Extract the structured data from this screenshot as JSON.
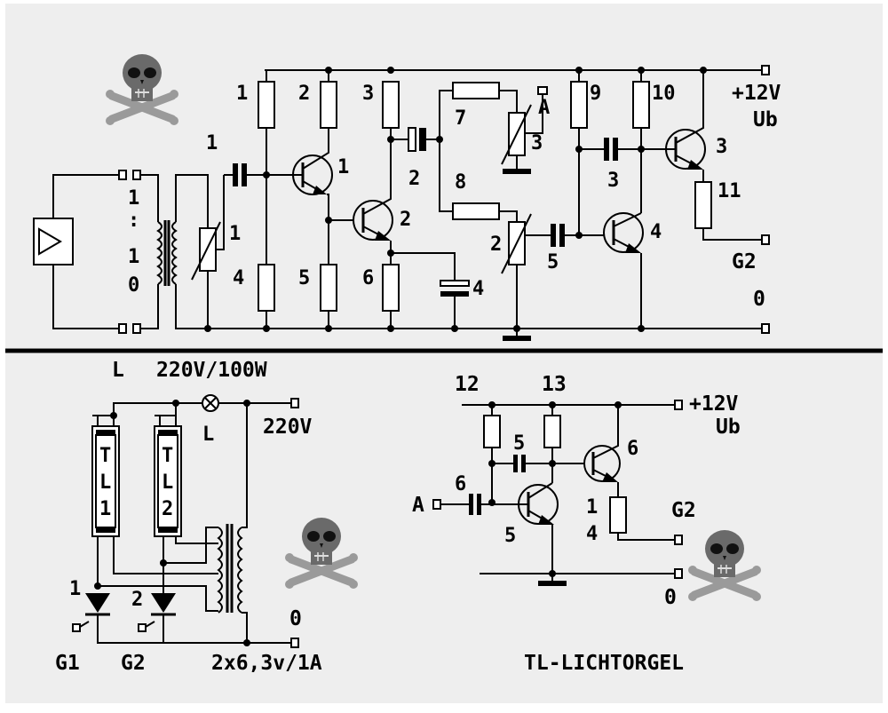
{
  "top": {
    "supply_plus": "+12V",
    "supply_ub": "Ub",
    "gain_out": "G2",
    "ground": "0",
    "input_A": "A",
    "transformer_ratio": [
      "1",
      ":",
      "1",
      "0"
    ],
    "resistors": {
      "r1": "1",
      "r2": "2",
      "r3": "3",
      "r4": "4",
      "r5": "5",
      "r6": "6",
      "r7": "7",
      "r8": "8",
      "r9": "9",
      "r10": "10",
      "r11": "11"
    },
    "caps": {
      "c1": "1",
      "c2": "2",
      "c3": "3",
      "c4": "4",
      "c5": "5"
    },
    "pots": {
      "p1": "1",
      "p2": "2",
      "p3": "3"
    },
    "transistors": {
      "t1": "1",
      "t2": "2",
      "t3": "3",
      "t4": "4"
    }
  },
  "bottom_left": {
    "lamp_label": "L",
    "lamp_rating": "220V/100W",
    "mains": "220V",
    "lamp_mark": "L",
    "tube1": [
      "T",
      "L",
      "1"
    ],
    "tube2": [
      "T",
      "L",
      "2"
    ],
    "diode1": "1",
    "diode2": "2",
    "g1": "G1",
    "g2": "G2",
    "zero": "0",
    "transformer_rating": "2x6,3v/1A"
  },
  "bottom_right": {
    "r12": "12",
    "r13": "13",
    "c5": "5",
    "c6": "6",
    "t5": "5",
    "t6": "6",
    "r14": [
      "1",
      "4"
    ],
    "input_A": "A",
    "supply_plus": "+12V",
    "supply_ub": "Ub",
    "gain_out": "G2",
    "zero": "0",
    "title": "TL-LICHTORGEL"
  },
  "icons": [
    "skull-crossbones-icon",
    "skull-crossbones-icon",
    "skull-crossbones-icon"
  ]
}
